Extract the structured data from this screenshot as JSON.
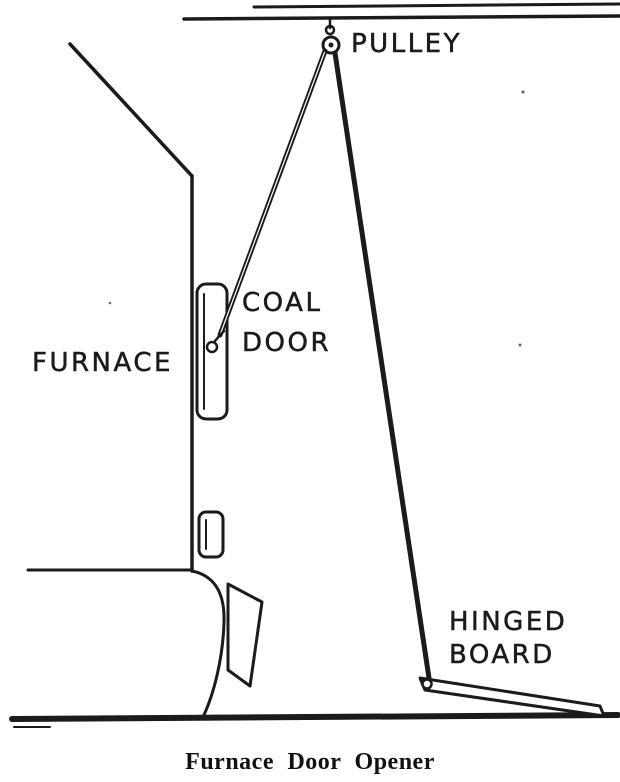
{
  "figure": {
    "caption": "Furnace Door Opener",
    "labels": {
      "pulley": "PULLEY",
      "coal_door_line1": "COAL",
      "coal_door_line2": "DOOR",
      "furnace": "FURNACE",
      "hinged_board_line1": "HINGED",
      "hinged_board_line2": "BOARD"
    },
    "colors": {
      "ink": "#1b1b1b",
      "paper": "#ffffff"
    }
  }
}
